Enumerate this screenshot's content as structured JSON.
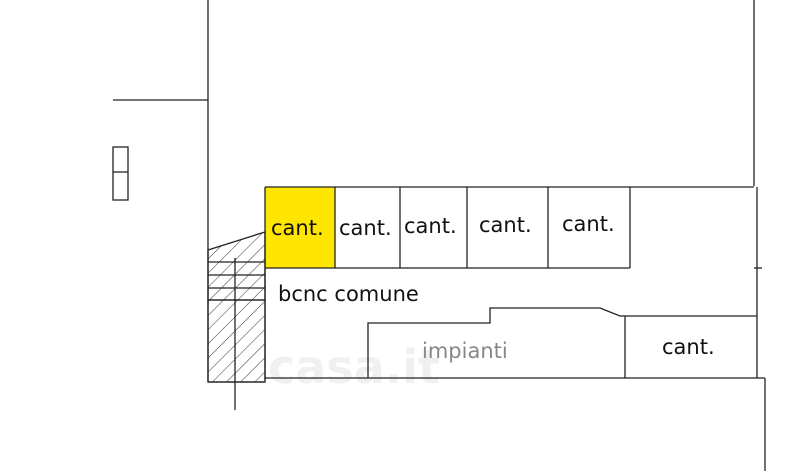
{
  "rooms": {
    "storage": [
      "cant.",
      "cant.",
      "cant.",
      "cant.",
      "cant.",
      "cant."
    ],
    "corridor": "bcnc comune",
    "plant_room": "impianti"
  },
  "watermark": "casa.it",
  "colors": {
    "highlight": "#ffe600",
    "line": "#222222"
  }
}
